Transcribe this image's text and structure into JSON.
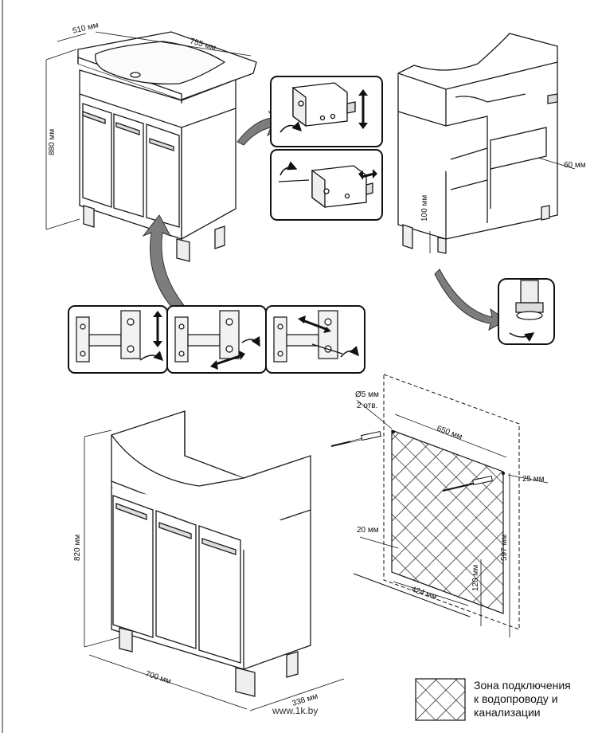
{
  "dimensions": {
    "top_depth": "510 мм",
    "top_width": "755 мм",
    "top_height": "880 мм",
    "side_offset": "60 мм",
    "side_leg": "100 мм",
    "hole_diameter": "Ø5 мм",
    "hole_count": "2 отв.",
    "wall_width": "650 мм",
    "wall_right": "25 мм",
    "wall_left": "20 мм",
    "wall_bottom_height": "120 мм",
    "wall_height": "597 мм",
    "wall_zone_width": "424 мм",
    "cabinet_height": "820 мм",
    "cabinet_width": "700 мм",
    "cabinet_depth": "338 мм"
  },
  "legend": {
    "line1": "Зона подключения",
    "line2": "к водопроводу и",
    "line3": "канализации"
  },
  "watermark": "www.1k.by",
  "colors": {
    "arrow": "#7d7d7d",
    "outline": "#1a1a1a",
    "hatch": "#333333"
  }
}
